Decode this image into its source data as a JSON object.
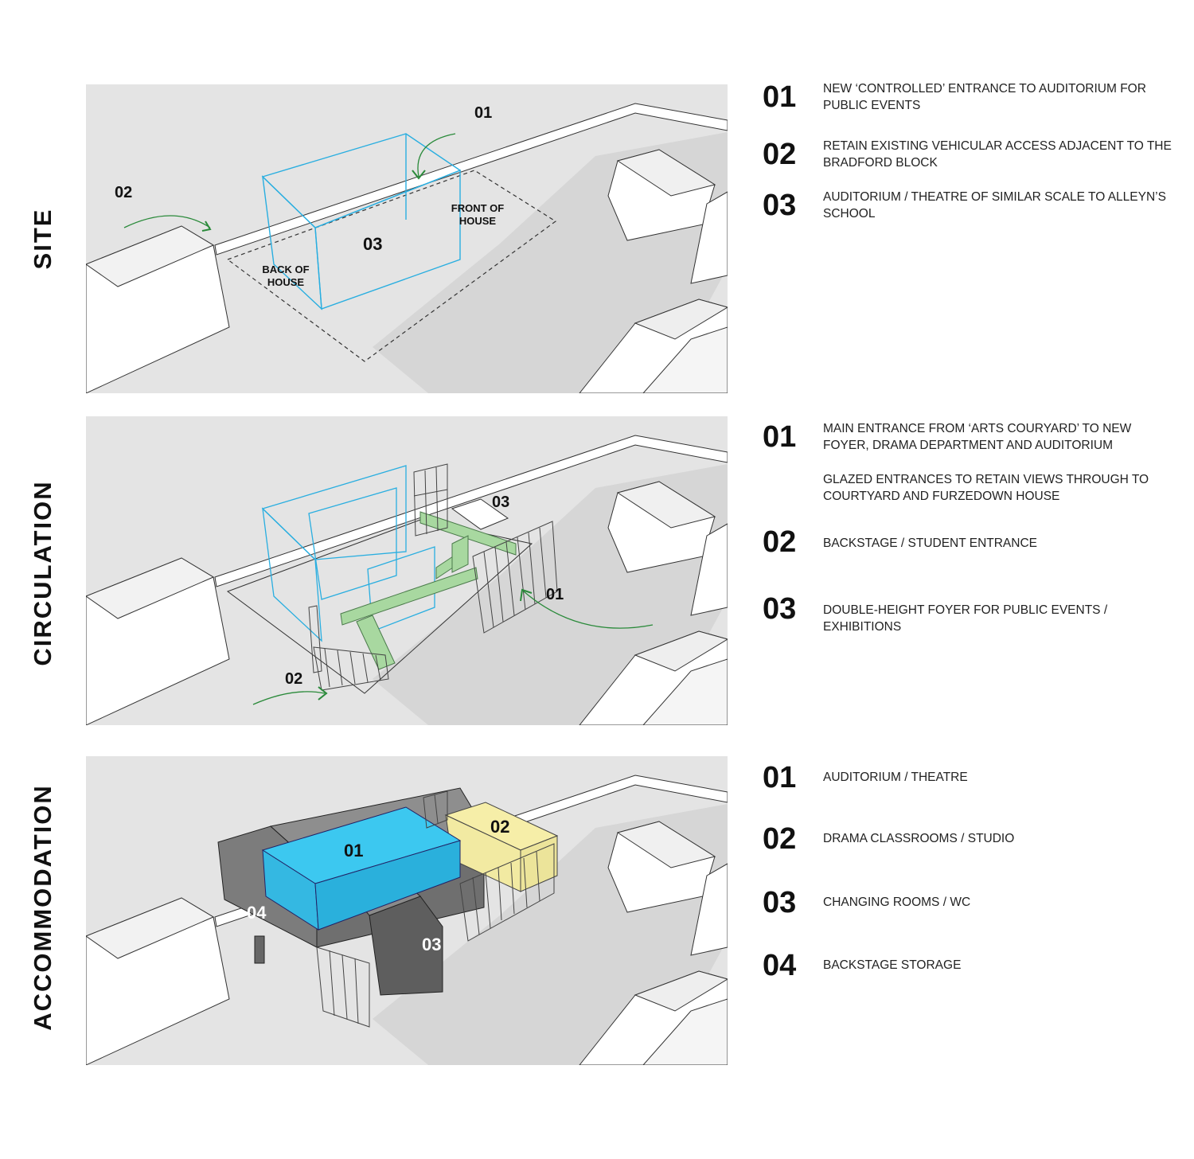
{
  "sections": [
    {
      "title": "SITE",
      "diagram_labels": {
        "entrance": "01",
        "access": "02",
        "auditorium": "03",
        "front_of_house": [
          "FRONT OF",
          "HOUSE"
        ],
        "back_of_house": [
          "BACK OF",
          "HOUSE"
        ]
      },
      "items": [
        {
          "num": "01",
          "text": "NEW ‘CONTROLLED’ ENTRANCE TO AUDITORIUM FOR PUBLIC EVENTS"
        },
        {
          "num": "02",
          "text": "RETAIN EXISTING VEHICULAR ACCESS ADJACENT TO THE BRADFORD BLOCK"
        },
        {
          "num": "03",
          "text": "AUDITORIUM / THEATRE OF SIMILAR SCALE TO ALLEYN’S SCHOOL"
        }
      ]
    },
    {
      "title": "CIRCULATION",
      "diagram_labels": {
        "main_entrance": "01",
        "backstage": "02",
        "foyer": "03"
      },
      "items": [
        {
          "num": "01",
          "text": "MAIN ENTRANCE FROM ‘ARTS COURYARD’  TO NEW FOYER, DRAMA DEPARTMENT AND AUDITORIUM",
          "extra": "GLAZED ENTRANCES TO RETAIN VIEWS THROUGH TO COURTYARD AND FURZEDOWN HOUSE"
        },
        {
          "num": "02",
          "text": "BACKSTAGE / STUDENT ENTRANCE"
        },
        {
          "num": "03",
          "text": "DOUBLE-HEIGHT FOYER FOR PUBLIC EVENTS / EXHIBITIONS"
        }
      ]
    },
    {
      "title": "ACCOMMODATION",
      "diagram_labels": {
        "auditorium": "01",
        "drama": "02",
        "changing": "03",
        "storage": "04"
      },
      "items": [
        {
          "num": "01",
          "text": "AUDITORIUM / THEATRE"
        },
        {
          "num": "02",
          "text": "DRAMA CLASSROOMS / STUDIO"
        },
        {
          "num": "03",
          "text": "CHANGING ROOMS / WC"
        },
        {
          "num": "04",
          "text": "BACKSTAGE STORAGE"
        }
      ]
    }
  ],
  "colors": {
    "auditorium": "#3cc8f0",
    "drama": "#f6eea8",
    "dark_block": "#7c7c7c",
    "circulation": "#a8d8a0",
    "wire": "#29aee0",
    "arrow": "#2a8a3a"
  }
}
